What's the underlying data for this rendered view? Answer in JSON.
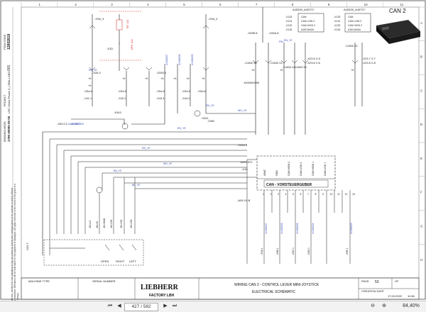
{
  "diagram": {
    "columns": [
      "1",
      "2",
      "3",
      "4",
      "5",
      "6",
      "7",
      "8",
      "9",
      "10",
      "11"
    ],
    "rows": [
      "A",
      "B",
      "C",
      "D",
      "E",
      "F",
      "G",
      "H"
    ],
    "left_strip": {
      "order_no": "12802819",
      "index": "001",
      "plot": "PDM CODE",
      "project": "LRC Serial Phase 3_LSBA-LSBO",
      "drawing_no": "1790 00000 00 00",
      "dwg_label": "DRAWING-NR/ZN",
      "project_label": "PROJECT",
      "copyright": "ISO 16016: The reproduction, distribution and utilization of this document as well as the communication of its contents to others without explicit authorization is prohibited. Offenders will be held liable for the payment of damages. All rights reserved in the event of the grant of a patent, utility model or design."
    },
    "top": {
      "conn_x6": "-XS6_3",
      "conn_b": "-XS6_4",
      "relay_label": "-S1D",
      "fuse_a": "RE 15A",
      "fuse_b": "MFS 10A",
      "a6_left": "A45339_A45707:",
      "a6_right": "A45339_A45707:",
      "ab1": "-X33B.8",
      "ab2": "-X33A.8",
      "wire_code": "1000000059",
      "wire_tag": "RN",
      "x330": "-X330.3",
      "x26": "-X26.3",
      "x335": "-X335.9"
    },
    "can_box": {
      "left_rows": [
        "CAN",
        "CAN LOW 2",
        "CAN HIGH 2",
        "A15CAN2A"
      ],
      "right_rows": [
        "CAN",
        "CAN LOW 2",
        "CAN HIGH 2",
        "A15CAN2A"
      ],
      "left_pins": [
        "-X133",
        "-X131",
        "-X132",
        "-X133"
      ],
      "right_pins": [
        "-X133",
        "-X131",
        "-X132",
        "-X134"
      ]
    },
    "mid": {
      "k_labels": [
        "+K",
        "+K",
        "+K",
        "+K",
        "+K",
        "+K",
        "+K",
        "+K",
        "+K",
        "+K",
        "+K"
      ],
      "xsa_labels": [
        "-XSa.5",
        "-XSa.5",
        "-XSa.5",
        "-XSa.5",
        "-XSa.5"
      ],
      "conns": [
        "-X41.1",
        "-X42.2",
        "-X43.3",
        "-X44.4"
      ],
      "x343": "-X343",
      "x341": "-X341",
      "xsa_bottom": "-X63.C3",
      "ground": "-GND",
      "sig_net": "#1308776",
      "can_conns": [
        "-CAN2.X1",
        "-CAN2.X1",
        "-CAN2.X1",
        "-CAN2.X1",
        "-CAN2.X1"
      ],
      "x23_labels": [
        "-X23.5 X.5",
        "-X23.6 X.6",
        "-X23.7 X.7",
        "-X23.8 X.8"
      ],
      "rn_tags": [
        "RN_YE",
        "RN_YE",
        "RN_YE",
        "WH_YE",
        "RN_YE",
        "WH_YE",
        "BN_YE",
        "BK_YE",
        "RN_YE"
      ]
    },
    "module": {
      "part_no": "11651972",
      "title": "CAN - VORSTEUERGEBER",
      "top_pins": [
        "UBAT",
        "GND",
        "CAN HIGH 2",
        "CAN LOW 2",
        "CAN HIGH 1",
        "CAN LOW 1"
      ],
      "pin_nums": [
        "1",
        "2",
        "3",
        "4",
        "5",
        "6",
        "7",
        "8",
        "9",
        "10",
        "11",
        "12",
        "13"
      ],
      "left_label": "-A26.X1.B",
      "left_conn": "-X16"
    },
    "bottom": {
      "switch_labels": [
        "OPEN",
        "RIGHT",
        "LEFT"
      ],
      "wire_labels": [
        "-B4.LO",
        "-B4.HI",
        "-B4.GND",
        "-B4.SIG",
        "-B4.SIG",
        "-B4.SIG"
      ],
      "bottom_conn": "-X31.T",
      "sub_labels": [
        "-X5A.1",
        "-X5B.1",
        "-X5C.1",
        "-X5D.1",
        "-X5E.1"
      ],
      "net_tags": [
        "#1308237",
        "#1308236",
        "#1308235",
        "#1308234",
        "#1308233"
      ],
      "left_tag": "#1303876"
    },
    "can2_label": "CAN 2"
  },
  "title_block": {
    "machine_type_label": "MACHINE TYPE",
    "serial_number_label": "SERIAL NUMBER",
    "logo": "LIEBHERR",
    "factory": "FACTORY LBH",
    "title_line1": "WIRING CAN 2 - CONTROL LEVER MINI-JOYSTICK",
    "title_line2": "ELECTRICAL SCHEMATIC",
    "page_label": "PAGE",
    "page_value": "53",
    "of_label": "OF",
    "date_label": "CREATION DATE",
    "date_value": "17.03.2022",
    "time_value": "11:56"
  },
  "viewer": {
    "page_indicator": "427 / 582",
    "zoom": "84,40%",
    "first_icon": "first-page-icon",
    "prev_icon": "prev-page-icon",
    "next_icon": "next-page-icon",
    "last_icon": "last-page-icon"
  },
  "colors": {
    "line": "#1a1a1a",
    "wire_blue": "#3b4fb8",
    "fuse_red": "#d44",
    "can_module_fill": "#111"
  }
}
